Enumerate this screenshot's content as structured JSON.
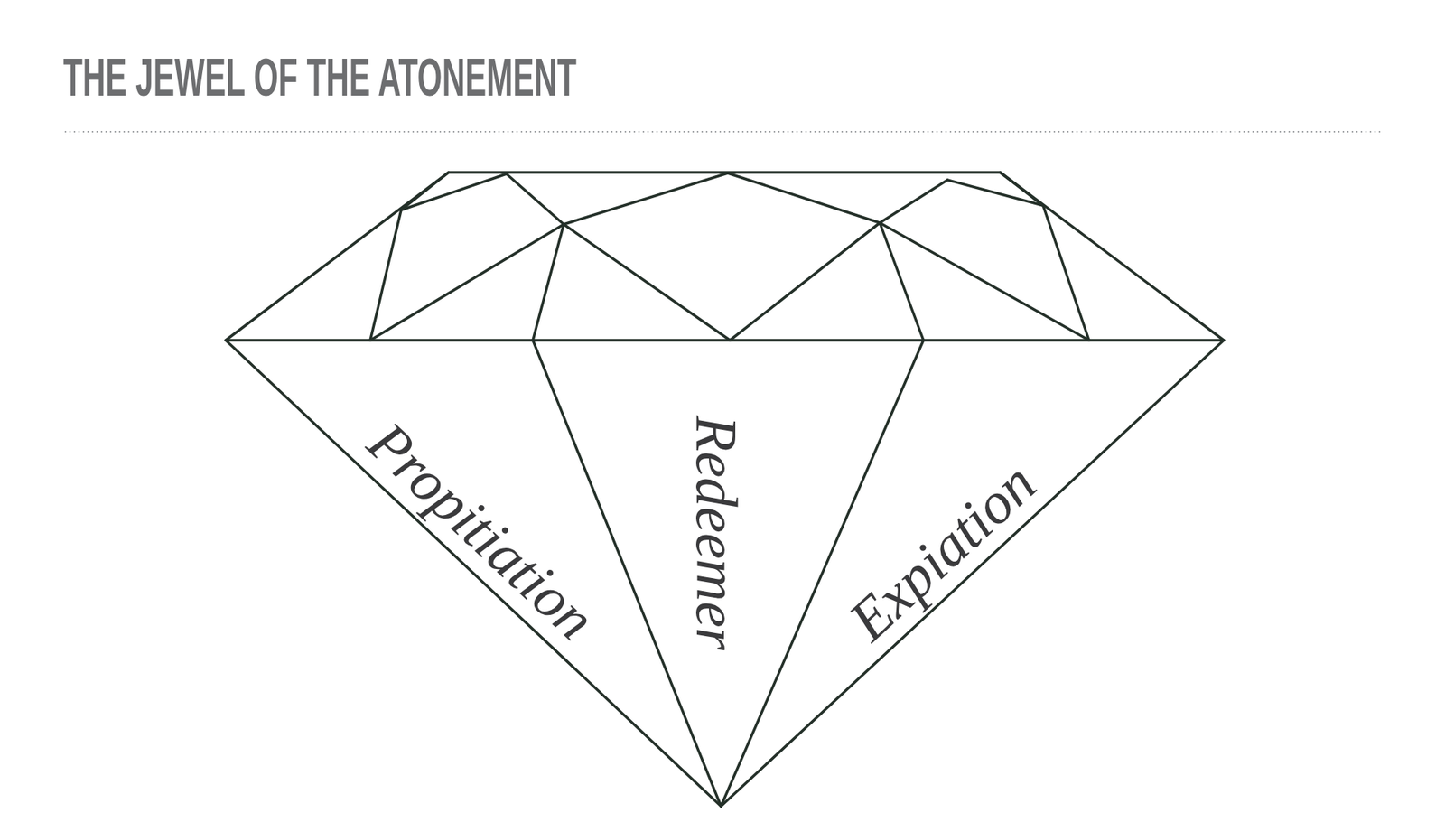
{
  "diagram": {
    "title": "THE JEWEL OF THE ATONEMENT",
    "labels": [
      "Propitiation",
      "Redeemer",
      "Expiation"
    ]
  }
}
